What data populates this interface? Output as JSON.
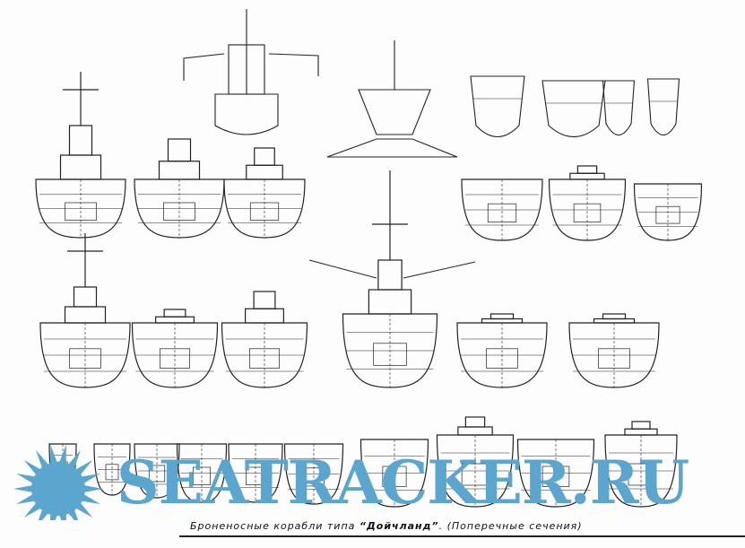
{
  "caption": {
    "prefix": "Броненосные корабли типа ",
    "ship_name": "“Дойчланд”",
    "suffix": ". (Поперечные сечения)"
  },
  "watermark": {
    "text": "SEATRACKER.RU",
    "color": "#5ba6cf"
  }
}
